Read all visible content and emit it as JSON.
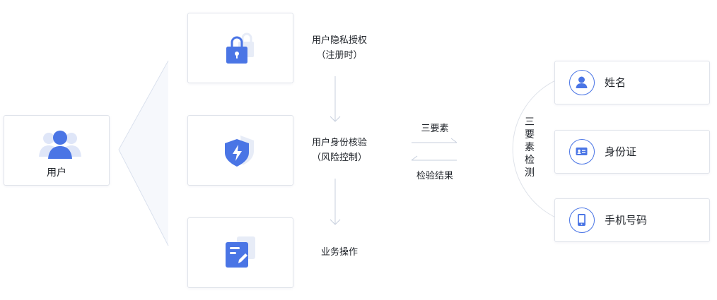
{
  "user": {
    "label": "用户"
  },
  "steps": [
    {
      "line1": "用户隐私授权",
      "line2": "（注册时）",
      "icon": "lock-icon"
    },
    {
      "line1": "用户身份核验",
      "line2": "（风险控制）",
      "icon": "shield-lightning-icon"
    },
    {
      "line1": "业务操作",
      "line2": "",
      "icon": "document-edit-icon"
    }
  ],
  "exchange": {
    "send_label": "三要素",
    "result_label": "检验结果"
  },
  "check": {
    "title": "三要素检测",
    "items": [
      {
        "label": "姓名",
        "icon": "person-icon"
      },
      {
        "label": "身份证",
        "icon": "id-card-icon"
      },
      {
        "label": "手机号码",
        "icon": "mobile-phone-icon"
      }
    ]
  },
  "colors": {
    "accent": "#4a75e5",
    "accent_light": "#dfe6f8",
    "border": "#dfe3ea",
    "connector": "#c7cfdd"
  }
}
